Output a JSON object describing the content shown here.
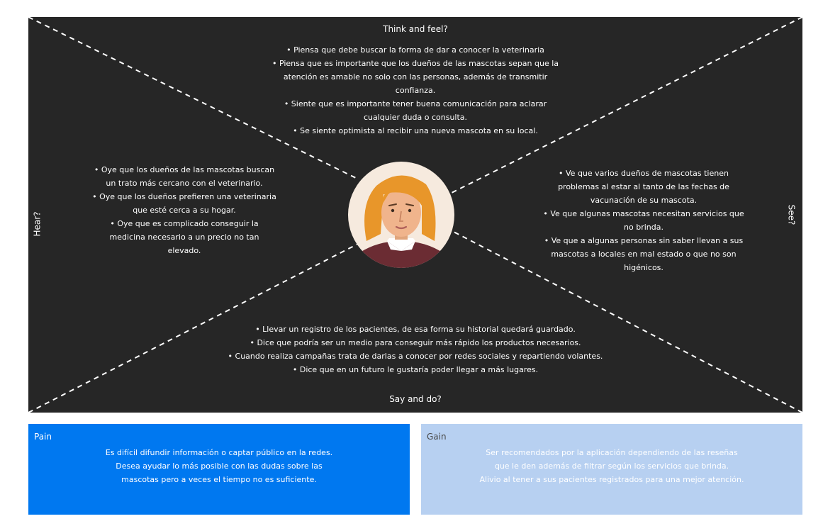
{
  "empathy_map": {
    "think_feel": {
      "title": "Think and feel?",
      "items": [
        "• Piensa que debe buscar la forma de dar a conocer la veterinaria",
        "• Piensa que es importante que los dueños de las mascotas sepan que la atención es amable  no solo con las personas, además de transmitir confianza.",
        "• Siente que es importante tener buena comunicación para aclarar cualquier duda o consulta.",
        "• Se siente optimista al recibir una nueva mascota en su local."
      ]
    },
    "hear": {
      "title": "Hear?",
      "items": [
        "• Oye que los dueños de las mascotas buscan un trato más cercano con el veterinario.",
        "• Oye que los dueños prefieren una veterinaria que esté cerca a su hogar.",
        "• Oye que es complicado conseguir la medicina necesario a un precio no tan elevado."
      ]
    },
    "see": {
      "title": "See?",
      "items": [
        "• Ve que varios dueños de mascotas tienen problemas al estar al tanto de las fechas de vacunación de su mascota.",
        "• Ve que algunas mascotas necesitan servicios que no brinda.",
        "• Ve que a algunas personas sin saber llevan a sus mascotas a locales en mal estado o que no son higénicos."
      ]
    },
    "say_do": {
      "title": "Say and do?",
      "items": [
        "• Llevar un registro de los pacientes, de esa forma su historial quedará guardado.",
        "• Dice que podría ser un medio para conseguir más rápido los productos necesarios.",
        "• Cuando realiza campañas trata de darlas a conocer por redes sociales y repartiendo volantes.",
        "• Dice que en un futuro le gustaría poder llegar a más lugares."
      ]
    }
  },
  "pain": {
    "label": "Pain",
    "lines": [
      "Es difícil difundir información o captar público en la redes.",
      "Desea ayudar lo más posible con las dudas sobre las",
      "mascotas pero a veces el tiempo no es suficiente."
    ]
  },
  "gain": {
    "label": "Gain",
    "lines": [
      "Ser recomendados por la aplicación dependiendo de las reseñas",
      "que le den además de filtrar según los servicios que brinda.",
      "Alivio al tener a sus pacientes registrados para una mejor atención."
    ]
  },
  "colors": {
    "map_background": "#262626",
    "pain_background": "#0078f0",
    "gain_background": "#b7d0f1"
  },
  "icons": [
    "person-avatar-icon"
  ]
}
